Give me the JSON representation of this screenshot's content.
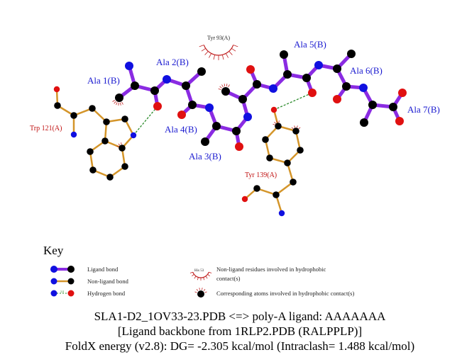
{
  "ligand_labels": {
    "ala1": "Ala 1(B)",
    "ala2": "Ala 2(B)",
    "ala3": "Ala 3(B)",
    "ala4": "Ala 4(B)",
    "ala5": "Ala 5(B)",
    "ala6": "Ala 6(B)",
    "ala7": "Ala 7(B)"
  },
  "residue_labels": {
    "trp121": "Trp 121(A)",
    "tyr139": "Tyr 139(A)",
    "tyr93": "Tyr 93(A)"
  },
  "key": {
    "title": "Key",
    "ligand_bond": "Ligand bond",
    "non_ligand_bond": "Non-ligand bond",
    "hydrogen_bond": "Hydrogen bond",
    "hbond_sample_distance": "3.0",
    "hydrophobic_sample_residue": "His 53",
    "hydrophobic_residues_line1": "Non-ligand residues involved in hydrophobic",
    "hydrophobic_residues_line2": "contact(s)",
    "hydrophobic_atoms": "Corresponding atoms involved in hydrophobic contact(s)"
  },
  "caption": {
    "line1": "SLA1-D2_1OV33-23.PDB <=> poly-A ligand: AAAAAAA",
    "line2": "[Ligand backbone from 1RLP2.PDB (RALPPLP)]",
    "line3": "FoldX energy (v2.8): DG= -2.305 kcal/mol (Intraclash= 1.488 kcal/mol)"
  },
  "colors": {
    "ligand_bond": "#8a2be2",
    "non_ligand_bond": "#d4952a",
    "hbond": "#2a8a2a",
    "carbon": "#000000",
    "nitrogen": "#1010e0",
    "oxygen": "#e01010",
    "hydrophobic": "#c02020"
  }
}
